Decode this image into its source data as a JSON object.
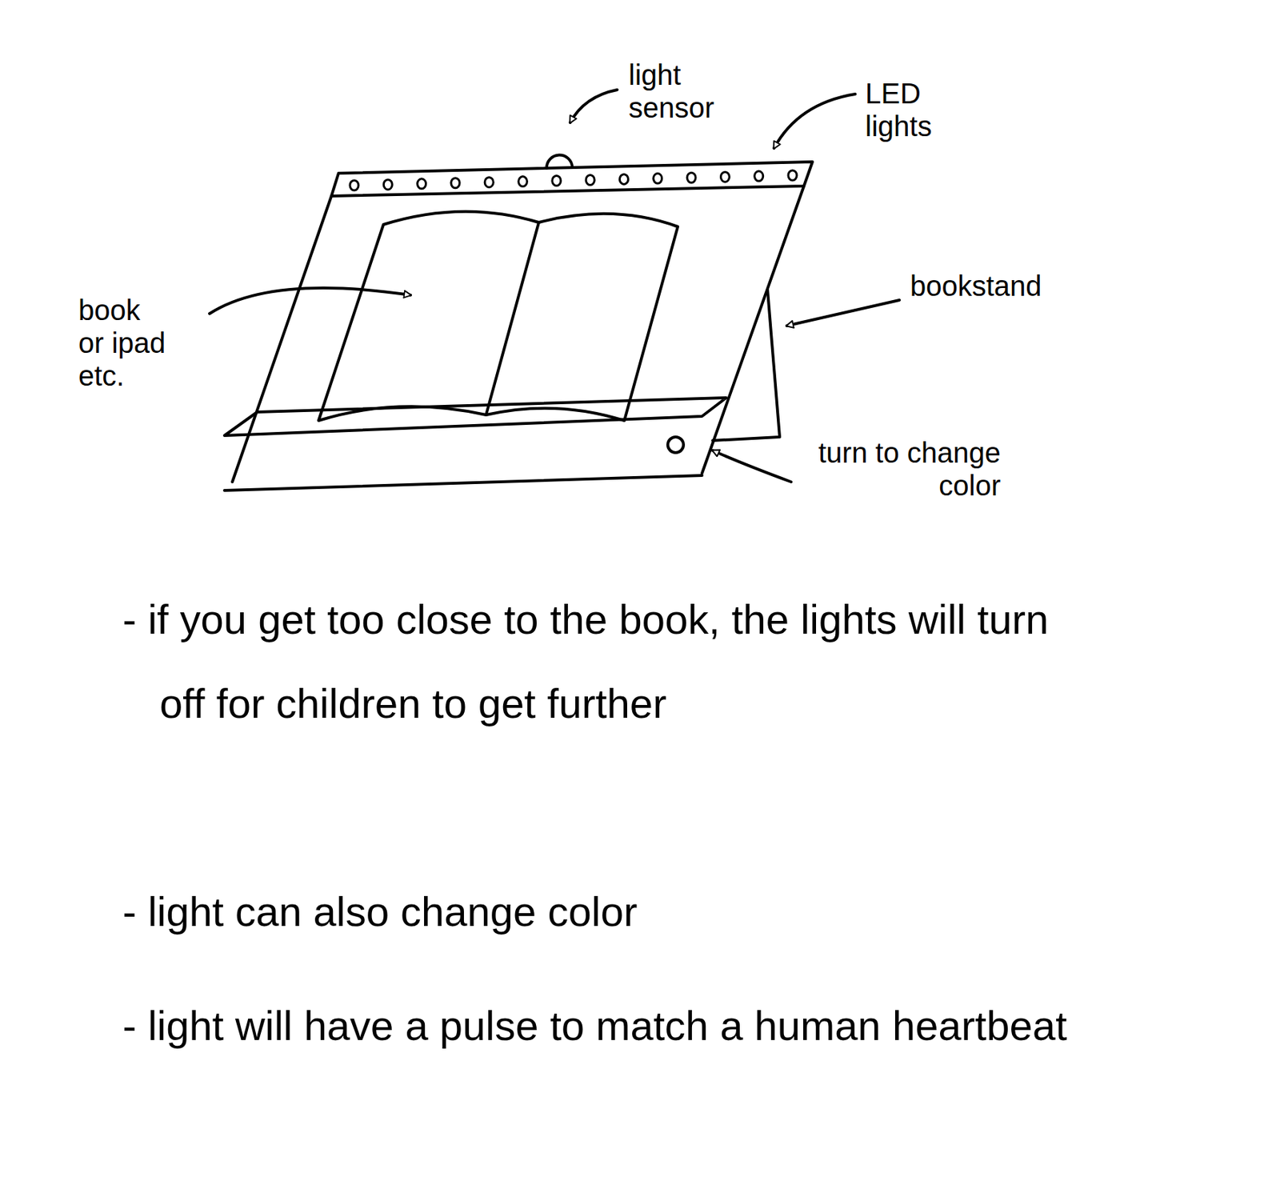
{
  "diagram": {
    "labels": [
      "light sensor",
      "LED lights",
      "book or ipad etc.",
      "bookstand",
      "turn to change color",
      "- if you get too close to the book, the lights will turn off for children to get further",
      "- light can also change color",
      "- light will have a pulse to match a human heartbeat"
    ]
  }
}
